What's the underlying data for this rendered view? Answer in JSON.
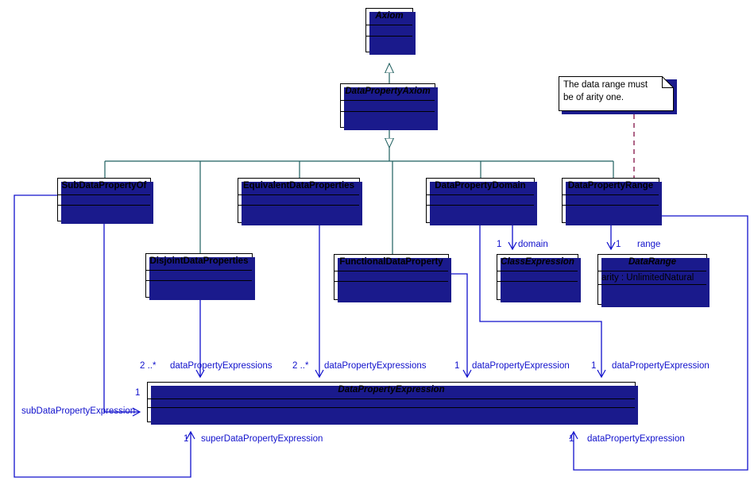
{
  "diagram": {
    "kind": "uml-class-diagram",
    "colors": {
      "generalization": "#1f5f5f",
      "association": "#1111cc",
      "dependency": "#8b2252",
      "shadow": "#1a1a8c",
      "outline": "#000000",
      "background": "#ffffff"
    }
  },
  "classes": {
    "axiom": {
      "name": "Axiom",
      "abstract": true
    },
    "data_property_axiom": {
      "name": "DataPropertyAxiom",
      "abstract": true
    },
    "sub_data_property_of": {
      "name": "SubDataPropertyOf",
      "abstract": false
    },
    "equivalent_data_props": {
      "name": "EquivalentDataProperties",
      "abstract": false
    },
    "data_property_domain": {
      "name": "DataPropertyDomain",
      "abstract": false
    },
    "data_property_range": {
      "name": "DataPropertyRange",
      "abstract": false
    },
    "disjoint_data_props": {
      "name": "DisjointDataProperties",
      "abstract": false
    },
    "functional_data_property": {
      "name": "FunctionalDataProperty",
      "abstract": false
    },
    "class_expression": {
      "name": "ClassExpression",
      "abstract": true
    },
    "data_range": {
      "name": "DataRange",
      "abstract": true,
      "attributes": [
        "arity : UnlimitedNatural"
      ]
    },
    "data_property_expression": {
      "name": "DataPropertyExpression",
      "abstract": true
    }
  },
  "note": {
    "line1": "The data range must",
    "line2": "be of arity one."
  },
  "edge_labels": {
    "domain": "domain",
    "range": "range",
    "data_property_expressions_1": "dataPropertyExpressions",
    "data_property_expressions_2": "dataPropertyExpressions",
    "data_property_expression_1": "dataPropertyExpression",
    "data_property_expression_2": "dataPropertyExpression",
    "data_property_expression_3": "dataPropertyExpression",
    "sub_data_property_expression": "subDataPropertyExpression",
    "super_data_property_expression": "superDataPropertyExpression"
  },
  "multiplicities": {
    "domain": "1",
    "range": "1",
    "disjoint": "2 ..*",
    "equivalent": "2 ..*",
    "functional": "1",
    "range_dpe": "1",
    "sub": "1",
    "super": "1",
    "dpr_dpe": "1"
  }
}
